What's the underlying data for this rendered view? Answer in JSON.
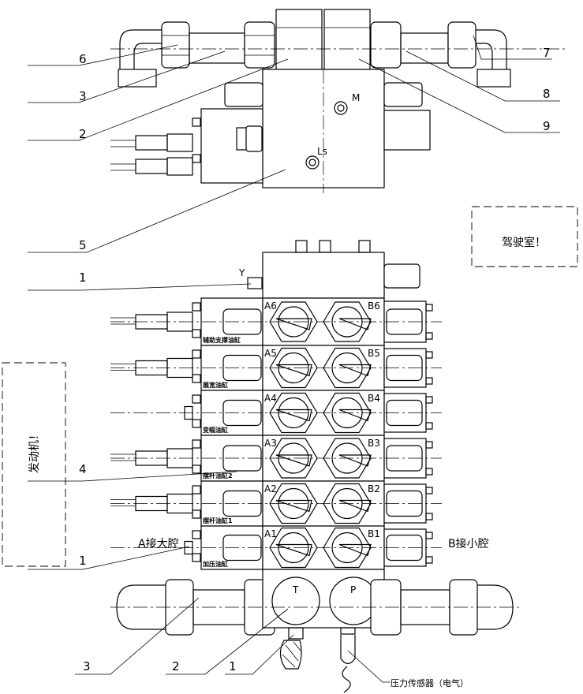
{
  "title": "Hydraulic multi-way valve assembly drawing",
  "balloons": {
    "top_left": [
      "6",
      "3",
      "2",
      "5"
    ],
    "top_right": [
      "7",
      "8",
      "9"
    ],
    "valve_left_1": "1",
    "valve_left_4": "4",
    "valve_left_1b": "1",
    "bottom": [
      "3",
      "2",
      "1"
    ]
  },
  "ports": {
    "M": "M",
    "Ls": "Ls",
    "Y": "Y",
    "T": "T",
    "P": "P",
    "sections": [
      {
        "a": "A6",
        "b": "B6",
        "label": "辅助支撑油缸"
      },
      {
        "a": "A5",
        "b": "B5",
        "label": "展宽油缸"
      },
      {
        "a": "A4",
        "b": "B4",
        "label": "变幅油缸"
      },
      {
        "a": "A3",
        "b": "B3",
        "label": "摆杆油缸2"
      },
      {
        "a": "A2",
        "b": "B2",
        "label": "摆杆油缸1"
      },
      {
        "a": "A1",
        "b": "B1",
        "label": "加压油缸"
      }
    ]
  },
  "notes": {
    "cab": "驾驶室！",
    "engine": "发动机！",
    "a_port": "A接大腔",
    "b_port": "B接小腔",
    "sensor": "压力传感器（电气）"
  }
}
